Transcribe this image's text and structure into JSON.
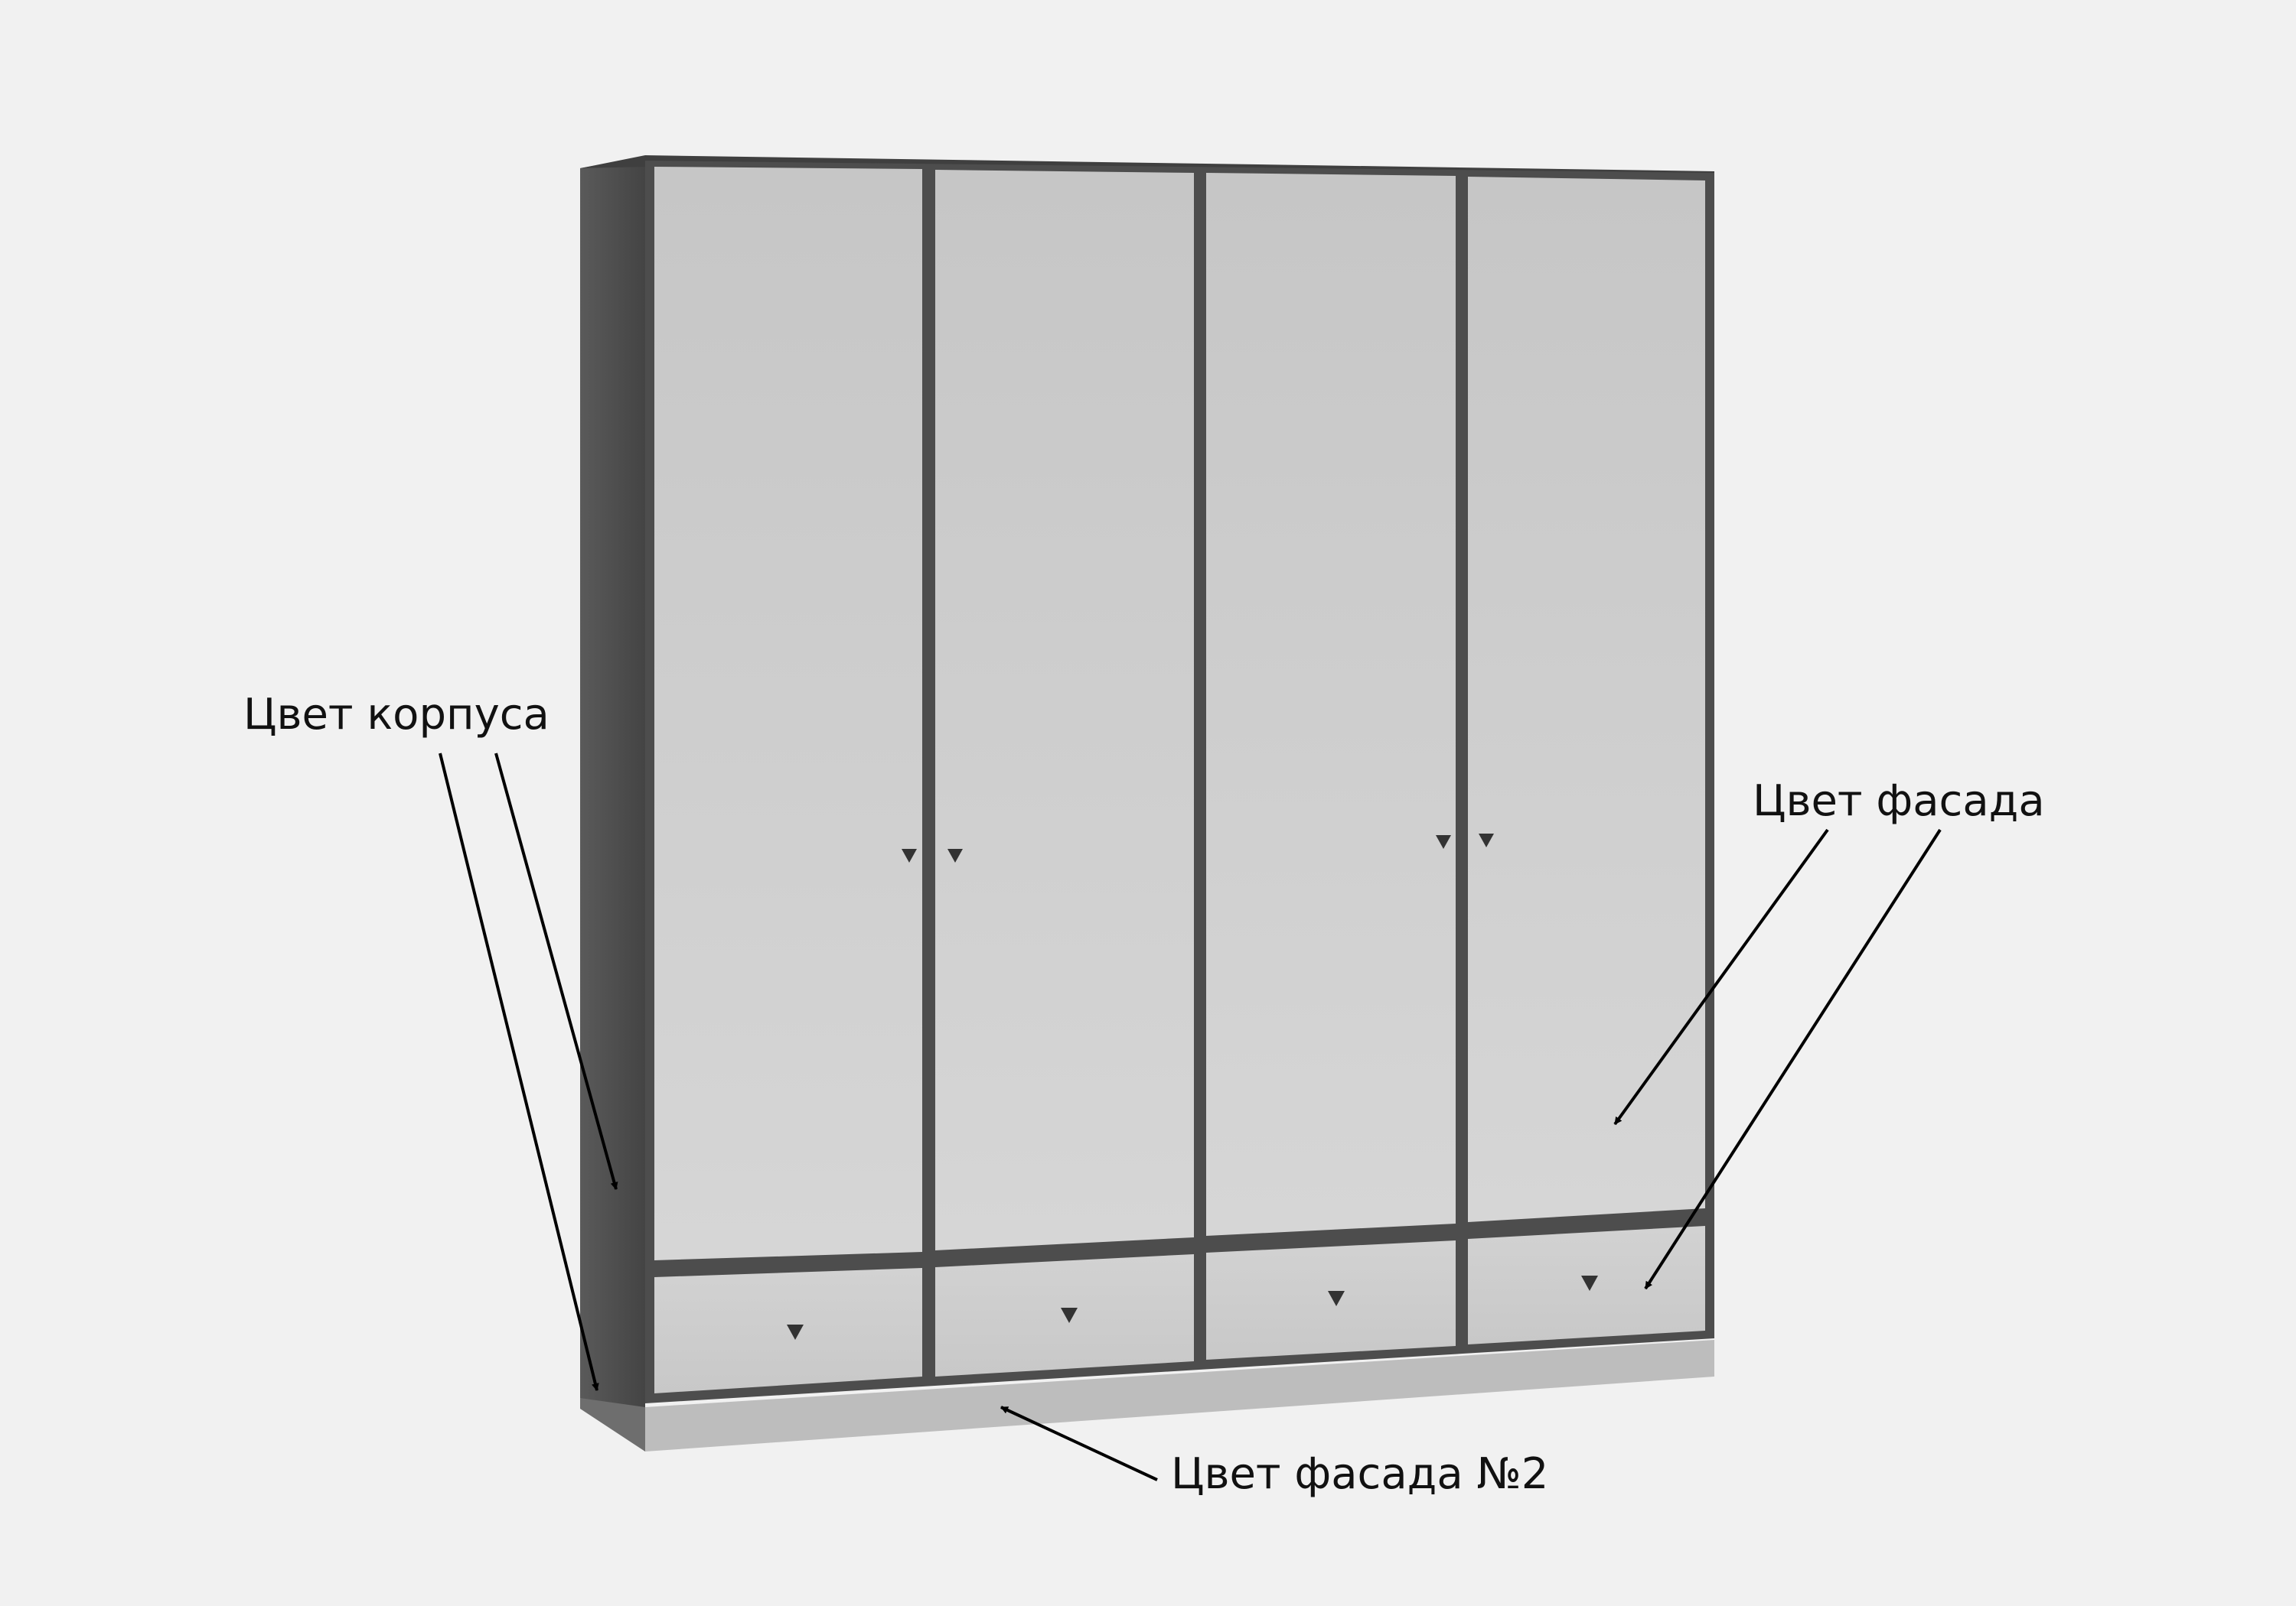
{
  "labels": {
    "body_color": "Цвет корпуса",
    "facade_color": "Цвет фасада",
    "facade_color_2": "Цвет фасада №2"
  },
  "colors": {
    "background": "#f1f1f1",
    "body": "#575757",
    "body_dark": "#474747",
    "facade": "#cfcfcf",
    "facade_light": "#d9d9d9",
    "plinth": "#bdbdbd",
    "arrow": "#000000",
    "handle": "#333333"
  }
}
